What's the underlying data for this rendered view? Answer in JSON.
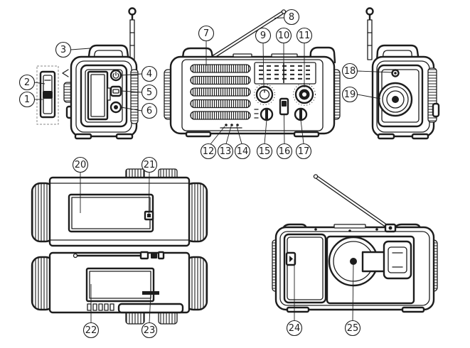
{
  "figure": {
    "callouts": [
      "1",
      "2",
      "3",
      "4",
      "5",
      "6",
      "7",
      "8",
      "9",
      "10",
      "11",
      "12",
      "13",
      "14",
      "15",
      "16",
      "17",
      "18",
      "19",
      "20",
      "21",
      "22",
      "23",
      "24",
      "25"
    ]
  }
}
